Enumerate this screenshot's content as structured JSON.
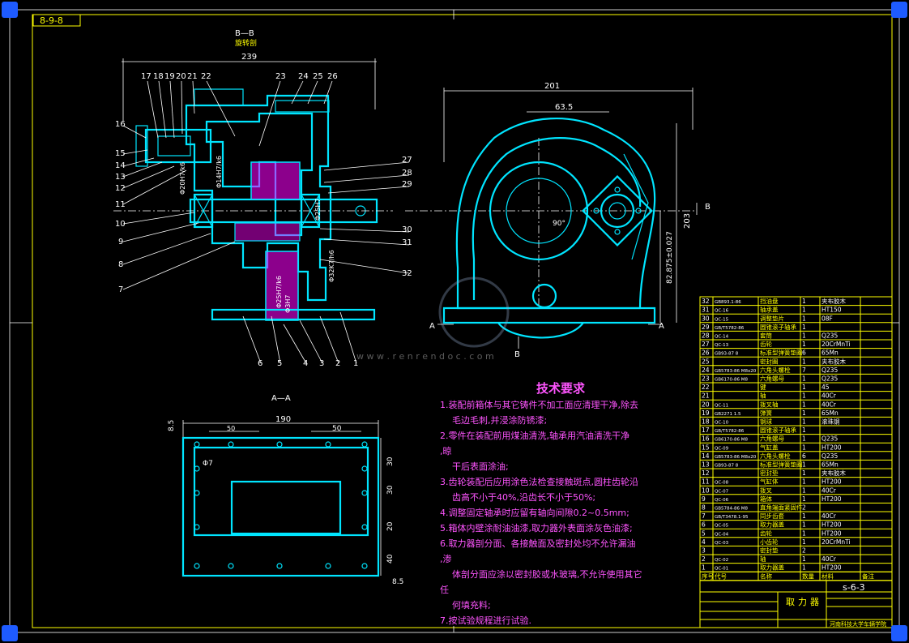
{
  "sheet": {
    "code_tab": "8-9-8",
    "drawing_number": "s-6-3",
    "title": "取力器",
    "school": "河南科技大学车辆学院",
    "watermark_url": "w w w . r e n r e n d o c . c o m"
  },
  "view_bb": {
    "title": "B—B",
    "subtitle": "旋转剖",
    "overall_dim": "239",
    "balloons_top": [
      "17",
      "18",
      "19",
      "20",
      "21",
      "22",
      "23",
      "24",
      "25",
      "26"
    ],
    "balloons_left": [
      "16",
      "15",
      "14",
      "13",
      "12",
      "11",
      "10",
      "9",
      "8",
      "7"
    ],
    "balloons_right": [
      "27",
      "28",
      "29",
      "30",
      "31",
      "32"
    ],
    "balloons_bottom": [
      "6",
      "5",
      "4",
      "3",
      "2",
      "1"
    ],
    "fits": [
      "Φ14H7/k6",
      "Φ20H7/k6",
      "Φ25H7/k6",
      "Φ32K7/h6",
      "Φ25H7",
      "Φ3H7"
    ]
  },
  "view_side": {
    "dim_width": "201",
    "dim_offset": "63.5",
    "dim_height": "203",
    "dim_center": "82.875±0.027",
    "angle": "90°",
    "section_marks": [
      "B",
      "A",
      "A",
      "B"
    ]
  },
  "view_aa": {
    "title": "A—A",
    "dim_width": "190",
    "dim_50a": "50",
    "dim_50b": "50",
    "dim_8_5_top": "8.5",
    "dim_8_5_bottom": "8.5",
    "dim_7": "Φ7",
    "dims_right": [
      "30",
      "30",
      "20",
      "40"
    ]
  },
  "tech": {
    "heading": "技术要求",
    "lines": [
      "1.装配前箱体与其它铸件不加工面应清理干净,除去",
      "毛边毛刺,并浸涂防锈漆;",
      "2.零件在装配前用煤油清洗,轴承用汽油清洗干净",
      ",晾",
      "干后表面涂油;",
      "3.齿轮装配后应用涂色法检查接触斑点,圆柱齿轮沿",
      "齿高不小于40%,沿齿长不小于50%;",
      "4.调整固定轴承时应留有轴向间隙0.2~0.5mm;",
      "5.箱体内壁涂耐油油漆,取力器外表面涂灰色油漆;",
      "6.取力器剖分面、各接触面及密封处均不允许漏油",
      ",渗",
      "体剖分面应涂以密封胶或水玻璃,不允许使用其它",
      "任",
      "何填充料;",
      "7.按试验规程进行试验."
    ]
  },
  "bom": {
    "header": [
      "序号",
      "代号",
      "名称",
      "数量",
      "材料",
      "备注"
    ],
    "rows": [
      [
        "32",
        "GB893.1-86",
        "挡油盘",
        "1",
        "夹布胶木",
        ""
      ],
      [
        "31",
        "QC-16",
        "轴承盖",
        "1",
        "HT150",
        ""
      ],
      [
        "30",
        "QC-15",
        "调整垫片",
        "1",
        "08F",
        ""
      ],
      [
        "29",
        "GB/T5782-86",
        "圆锥滚子轴承",
        "1",
        "",
        ""
      ],
      [
        "28",
        "QC-14",
        "套筒",
        "1",
        "Q235",
        ""
      ],
      [
        "27",
        "QC-13",
        "齿轮",
        "1",
        "20CrMnTi",
        ""
      ],
      [
        "26",
        "GB93-87 8",
        "标准型弹簧垫圈",
        "6",
        "65Mn",
        ""
      ],
      [
        "25",
        "",
        "密封圈",
        "1",
        "夹布胶木",
        ""
      ],
      [
        "24",
        "GB5783-86 M8x20",
        "六角头螺栓",
        "7",
        "Q235",
        ""
      ],
      [
        "23",
        "GB6170-86 M8",
        "六角螺母",
        "1",
        "Q235",
        ""
      ],
      [
        "22",
        "",
        "键",
        "1",
        "45",
        ""
      ],
      [
        "21",
        "",
        "轴",
        "1",
        "40Cr",
        ""
      ],
      [
        "20",
        "QC-11",
        "拨叉轴",
        "1",
        "40Cr",
        ""
      ],
      [
        "19",
        "GB2271 1.5",
        "弹簧",
        "1",
        "65Mn",
        ""
      ],
      [
        "18",
        "QC-10",
        "钢球",
        "1",
        "滚珠钢",
        ""
      ],
      [
        "17",
        "GB/T5782-86",
        "圆锥滚子轴承",
        "1",
        "",
        ""
      ],
      [
        "16",
        "GB6170-86 M8",
        "六角螺母",
        "1",
        "Q235",
        ""
      ],
      [
        "15",
        "QC-09",
        "气缸盖",
        "1",
        "HT200",
        ""
      ],
      [
        "14",
        "GB5783-86 M8x20",
        "六角头螺栓",
        "6",
        "Q235",
        ""
      ],
      [
        "13",
        "GB93-87 8",
        "标准型弹簧垫圈",
        "1",
        "65Mn",
        ""
      ],
      [
        "12",
        "",
        "密封垫",
        "1",
        "夹布胶木",
        ""
      ],
      [
        "11",
        "QC-08",
        "气缸体",
        "1",
        "HT200",
        ""
      ],
      [
        "10",
        "QC-07",
        "拨叉",
        "1",
        "40Cr",
        ""
      ],
      [
        "9",
        "QC-06",
        "箱体",
        "1",
        "HT200",
        ""
      ],
      [
        "8",
        "GB5784-86 M8",
        "直角端面紧固件",
        "2",
        "",
        ""
      ],
      [
        "7",
        "GB/T3478.1-95",
        "同步齿套",
        "1",
        "40Cr",
        ""
      ],
      [
        "6",
        "QC-05",
        "取力器盖",
        "1",
        "HT200",
        ""
      ],
      [
        "5",
        "QC-04",
        "齿轮",
        "1",
        "HT200",
        ""
      ],
      [
        "4",
        "QC-03",
        "小齿轮",
        "1",
        "20CrMnTi",
        ""
      ],
      [
        "3",
        "",
        "密封垫",
        "2",
        "",
        ""
      ],
      [
        "2",
        "QC-02",
        "轴",
        "1",
        "40Cr",
        ""
      ],
      [
        "1",
        "QC-01",
        "取力器盖",
        "1",
        "HT200",
        ""
      ]
    ]
  }
}
